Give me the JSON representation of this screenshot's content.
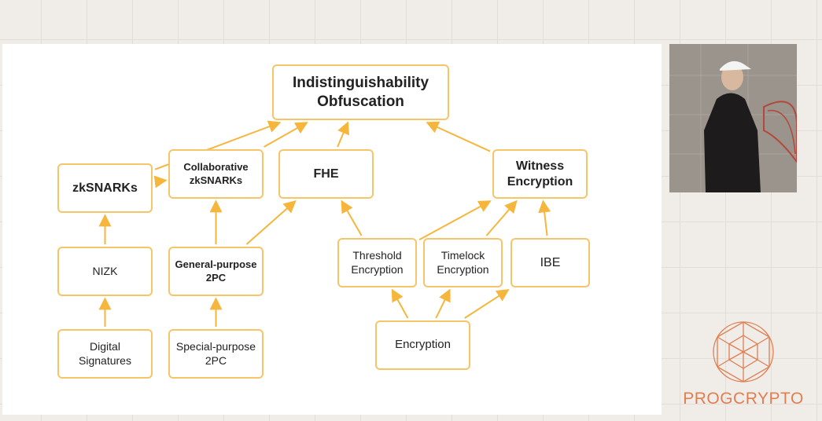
{
  "diagram": {
    "nodes": {
      "io": "Indistinguishability\nObfuscation",
      "zksnarks": "zkSNARKs",
      "collab": "Collaborative\nzkSNARKs",
      "fhe": "FHE",
      "witness": "Witness\nEncryption",
      "nizk": "NIZK",
      "gp2pc": "General-purpose\n2PC",
      "threshold": "Threshold\nEncryption",
      "timelock": "Timelock\nEncryption",
      "ibe": "IBE",
      "digsig": "Digital\nSignatures",
      "sp2pc": "Special-purpose\n2PC",
      "encryption": "Encryption"
    },
    "edges": [
      [
        "zksnarks",
        "io"
      ],
      [
        "collab",
        "io"
      ],
      [
        "fhe",
        "io"
      ],
      [
        "witness",
        "io"
      ],
      [
        "zksnarks",
        "collab"
      ],
      [
        "nizk",
        "zksnarks"
      ],
      [
        "digsig",
        "nizk"
      ],
      [
        "gp2pc",
        "collab"
      ],
      [
        "gp2pc",
        "fhe"
      ],
      [
        "sp2pc",
        "gp2pc"
      ],
      [
        "threshold",
        "fhe"
      ],
      [
        "threshold",
        "witness"
      ],
      [
        "timelock",
        "witness"
      ],
      [
        "ibe",
        "witness"
      ],
      [
        "encryption",
        "threshold"
      ],
      [
        "encryption",
        "timelock"
      ],
      [
        "encryption",
        "ibe"
      ]
    ]
  },
  "brand": {
    "name": "PROGCRYPTO",
    "accent": "#e07e52",
    "node_border": "#f6c56a",
    "arrow": "#f6b63c"
  }
}
